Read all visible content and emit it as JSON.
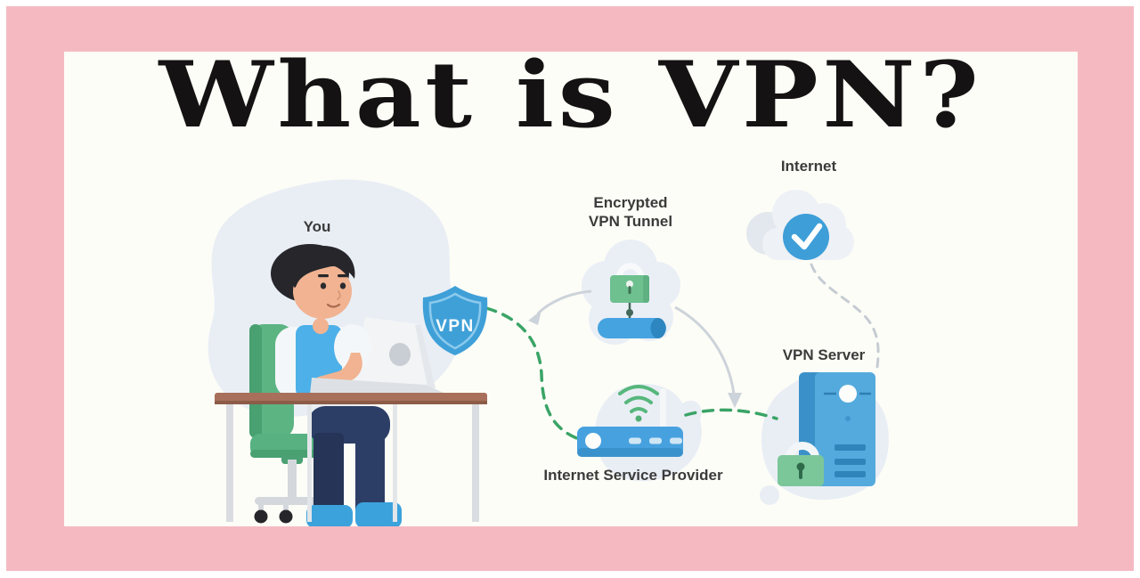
{
  "title": "What is VPN?",
  "labels": {
    "you": "You",
    "tunnel_line1": "Encrypted",
    "tunnel_line2": "VPN Tunnel",
    "internet": "Internet",
    "vpn_server": "VPN Server",
    "isp": "Internet Service Provider",
    "shield_badge": "VPN"
  },
  "colors": {
    "frame_pink": "#f5b9c2",
    "canvas_white": "#fdfdf7",
    "title_black": "#141212",
    "label_gray": "#3b3b3b",
    "primary_blue": "#47a1df",
    "lock_green": "#6ec08f",
    "dash_green": "#3aa466",
    "line_gray": "#cdd3da",
    "blob_blue_gray": "#e9eef5"
  }
}
